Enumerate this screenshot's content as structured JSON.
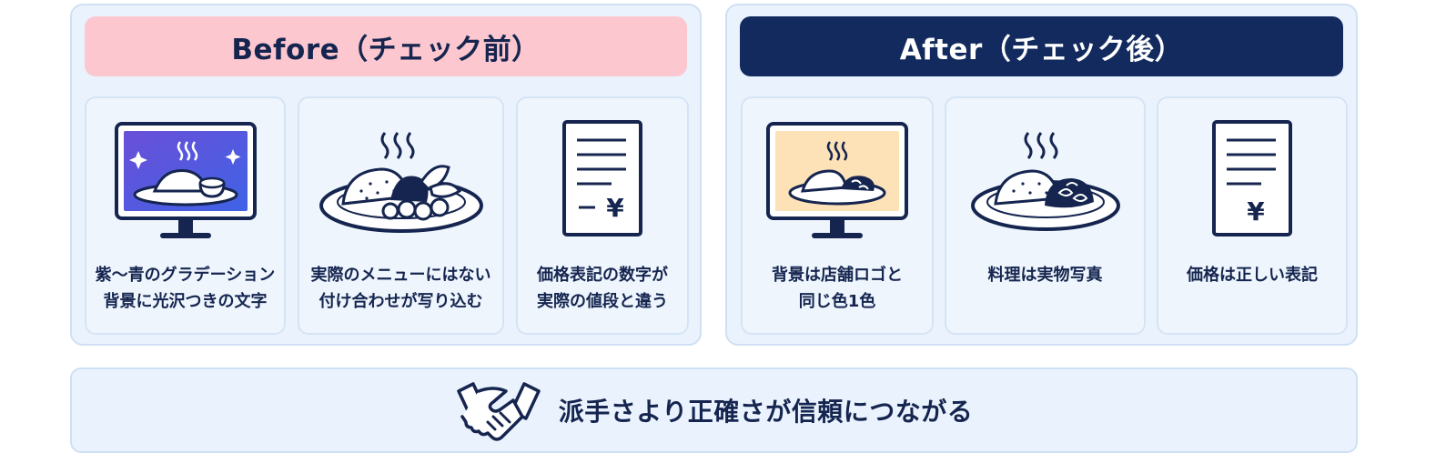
{
  "before": {
    "title": "Before（チェック前）",
    "cards": [
      {
        "icon": "monitor-gradient-icon",
        "lines": [
          "紫〜青のグラデーション",
          "背景に光沢つきの文字"
        ]
      },
      {
        "icon": "plate-dish-icon",
        "lines": [
          "実際のメニューにはない",
          "付け合わせが写り込む"
        ]
      },
      {
        "icon": "receipt-yen-icon",
        "lines": [
          "価格表記の数字が",
          "実際の値段と違う"
        ]
      }
    ]
  },
  "after": {
    "title": "After（チェック後）",
    "cards": [
      {
        "icon": "monitor-solid-icon",
        "lines": [
          "背景は店舗ロゴと",
          "同じ色1色"
        ]
      },
      {
        "icon": "plate-real-icon",
        "lines": [
          "料理は実物写真"
        ]
      },
      {
        "icon": "receipt-yen-icon",
        "lines": [
          "価格は正しい表記"
        ]
      }
    ]
  },
  "footer": {
    "icon": "handshake-icon",
    "text": "派手さより正確さが信頼につながる"
  },
  "colors": {
    "navy": "#122a5e",
    "pink": "#fcc7cf",
    "panel": "#eaf3fd",
    "gradient_start": "#6a4fd8",
    "gradient_end": "#3f63e6",
    "solid_bg": "#fde2b8"
  }
}
